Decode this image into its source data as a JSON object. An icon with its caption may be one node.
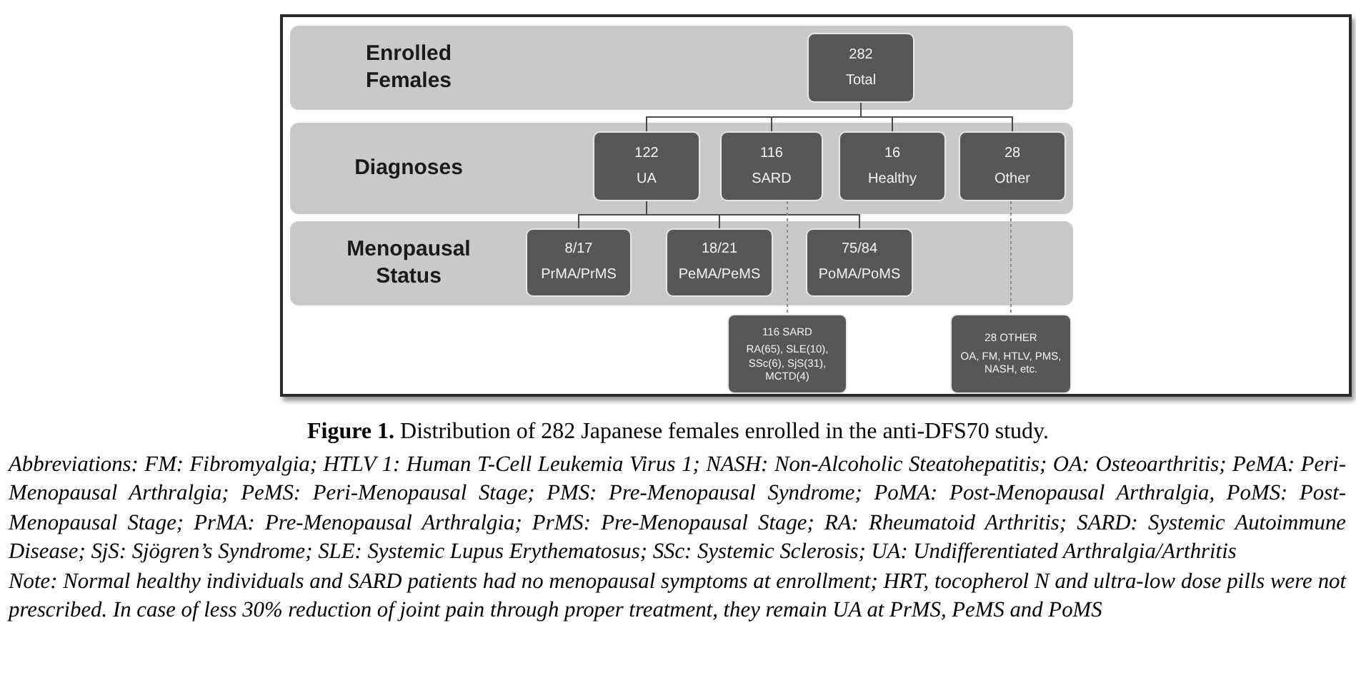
{
  "diagram": {
    "caption": "**Figure 1.** Distribution of 282 Japanese females enrolled in the anti-DFS70 study.",
    "nodes": [
      {
        "text": [
          "Enrolled Females"
        ]
      },
      {
        "text": [
          "282",
          "Total"
        ],
        "in": 0
      },
      {
        "text": [
          "Diagnoses"
        ]
      },
      {
        "text": [
          "122",
          "UA"
        ],
        "in": 2
      },
      {
        "text": [
          "116",
          "SARD"
        ],
        "in": 2
      },
      {
        "text": [
          "16",
          "Healthy"
        ],
        "in": 2
      },
      {
        "text": [
          "28",
          "Other"
        ],
        "in": 2
      },
      {
        "text": [
          "Menopausal Status"
        ]
      },
      {
        "text": [
          "8/17",
          "PrMA/PrMS"
        ],
        "in": 7
      },
      {
        "text": [
          "18/21",
          "PeMA/PeMS"
        ],
        "in": 7
      },
      {
        "text": [
          "75/84",
          "PoMA/PoMS"
        ],
        "in": 7
      },
      {
        "text": [
          "116 SARD",
          "RA(65), SLE(10), SSc(6), SjS(31), MCTD(4)"
        ]
      },
      {
        "text": [
          "28 OTHER",
          "OA, FM, HTLV, PMS, NASH, etc."
        ]
      }
    ],
    "edges": [
      {
        "from": 1,
        "to": 3,
        "arrow": "none"
      },
      {
        "from": 1,
        "to": 4,
        "arrow": "none"
      },
      {
        "from": 1,
        "to": 5,
        "arrow": "none"
      },
      {
        "from": 1,
        "to": 6,
        "arrow": "none"
      },
      {
        "from": 3,
        "to": 8,
        "arrow": "none"
      },
      {
        "from": 3,
        "to": 9,
        "arrow": "none"
      },
      {
        "from": 3,
        "to": 10,
        "arrow": "none"
      },
      {
        "from": 4,
        "to": 11,
        "arrow": "none",
        "style": "dashed",
        "color": "#8a8a8a"
      },
      {
        "from": 6,
        "to": 12,
        "arrow": "none",
        "style": "dashed",
        "color": "#8a8a8a"
      }
    ],
    "labels": [
      "Abbreviations: FM: Fibromyalgia; HTLV 1: Human T-Cell Leukemia Virus 1; NASH: Non-Alcoholic Steatohepatitis; OA: Osteoarthritis; PeMA: Peri-Menopausal Arthralgia; PeMS: Peri-Menopausal Stage; PMS: Pre-Menopausal Syndrome; PoMA: Post-Menopausal Arthralgia, PoMS: Post-Menopausal Stage; PrMA: Pre-Menopausal Arthralgia; PrMS: Pre-Menopausal Stage; RA: Rheumatoid Arthritis; SARD: Systemic Autoimmune Disease; SjS: Sjögren’s Syndrome; SLE: Systemic Lupus Erythematosus; SSc: Systemic Sclerosis; UA: Undifferentiated Arthralgia/Arthritis",
      "Note: Normal healthy individuals and SARD patients had no menopausal symptoms at enrollment; HRT, tocopherol N and ultra-low dose pills were not prescribed. In case of less 30% reduction of joint pain through proper treatment, they remain UA at PrMS, PeMS and PoMS"
    ]
  }
}
